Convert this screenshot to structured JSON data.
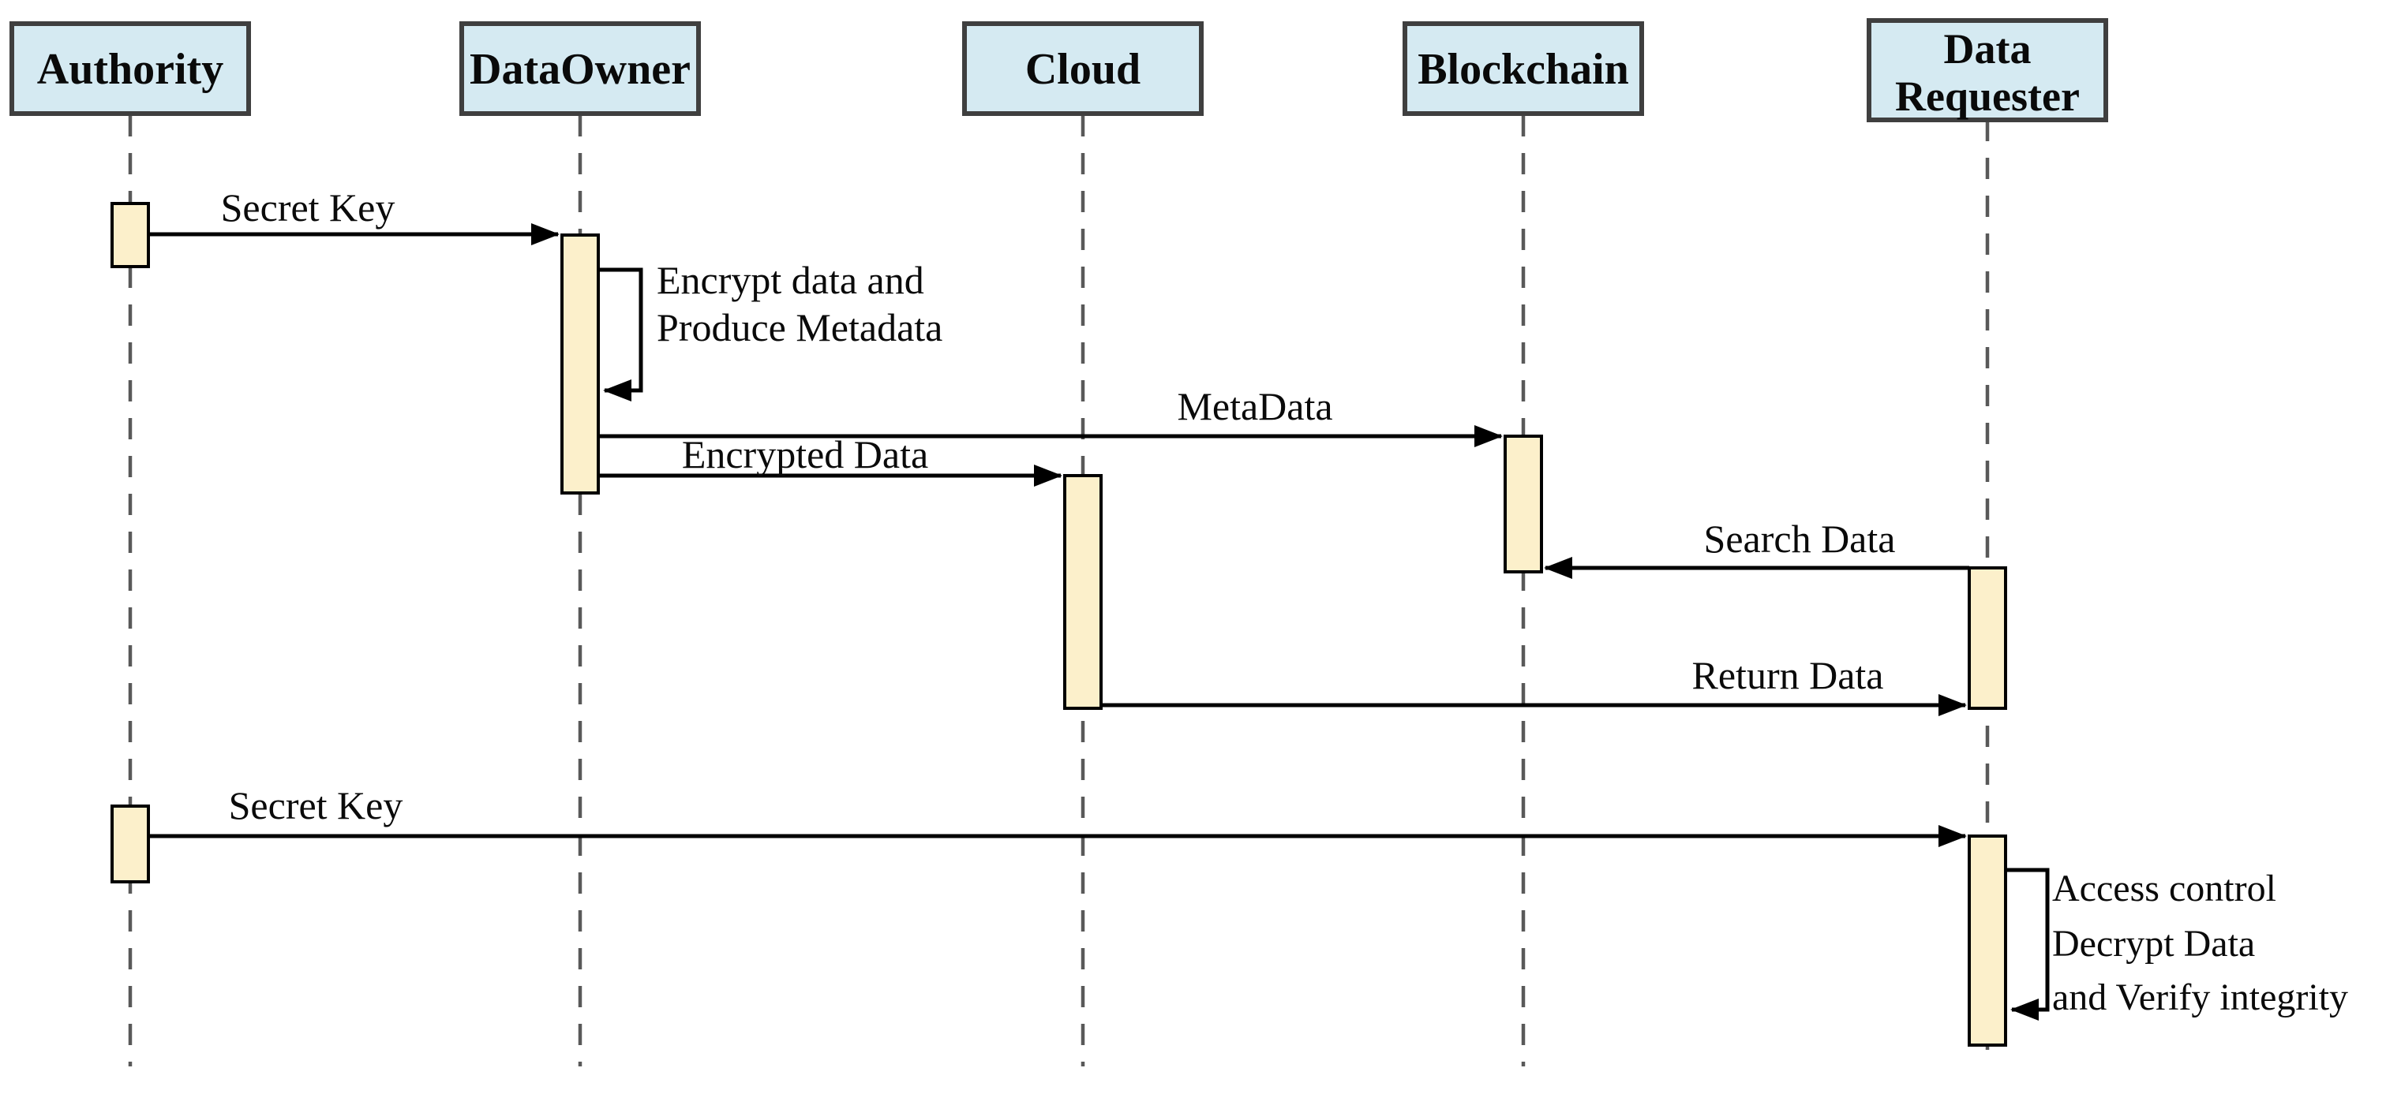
{
  "diagram": {
    "type": "uml-sequence-diagram",
    "background": "#ffffff",
    "actors": [
      {
        "id": "authority",
        "label": "Authority"
      },
      {
        "id": "dataowner",
        "label": "DataOwner"
      },
      {
        "id": "cloud",
        "label": "Cloud"
      },
      {
        "id": "blockchain",
        "label": "Blockchain"
      },
      {
        "id": "data-requester",
        "label": "Data Requester",
        "label_lines": [
          "Data",
          "Requester"
        ]
      }
    ],
    "messages": [
      {
        "id": "secret-key-1",
        "from": "Authority",
        "to": "DataOwner",
        "kind": "arrow",
        "label": "Secret Key"
      },
      {
        "id": "encrypt-produce",
        "from": "DataOwner",
        "to": "DataOwner",
        "kind": "self-loop",
        "label": "Encrypt data and Produce Metadata",
        "label_lines": [
          "Encrypt data and",
          "Produce Metadata"
        ]
      },
      {
        "id": "metadata",
        "from": "DataOwner",
        "to": "Blockchain",
        "kind": "arrow",
        "label": "MetaData"
      },
      {
        "id": "encrypted-data",
        "from": "DataOwner",
        "to": "Cloud",
        "kind": "arrow",
        "label": "Encrypted Data"
      },
      {
        "id": "search-data",
        "from": "Data Requester",
        "to": "Blockchain",
        "kind": "arrow",
        "label": "Search Data"
      },
      {
        "id": "return-data",
        "from": "Cloud",
        "to": "Data Requester",
        "kind": "arrow",
        "label": "Return Data"
      },
      {
        "id": "secret-key-2",
        "from": "Authority",
        "to": "Data Requester",
        "kind": "arrow",
        "label": "Secret Key"
      },
      {
        "id": "access-decrypt-verify",
        "from": "Data Requester",
        "to": "Data Requester",
        "kind": "self-loop",
        "label": "Access control Decrypt Data and Verify integrity",
        "label_lines": [
          "Access control",
          "Decrypt Data",
          "and Verify integrity"
        ]
      }
    ],
    "colors": {
      "actor_fill": "#d5eaf2",
      "actor_border": "#3f3f3f",
      "activation_fill": "#fcf0cb",
      "activation_border": "#000000",
      "lifeline": "#595959",
      "arrow": "#000000",
      "text": "#0a0a0a"
    }
  }
}
